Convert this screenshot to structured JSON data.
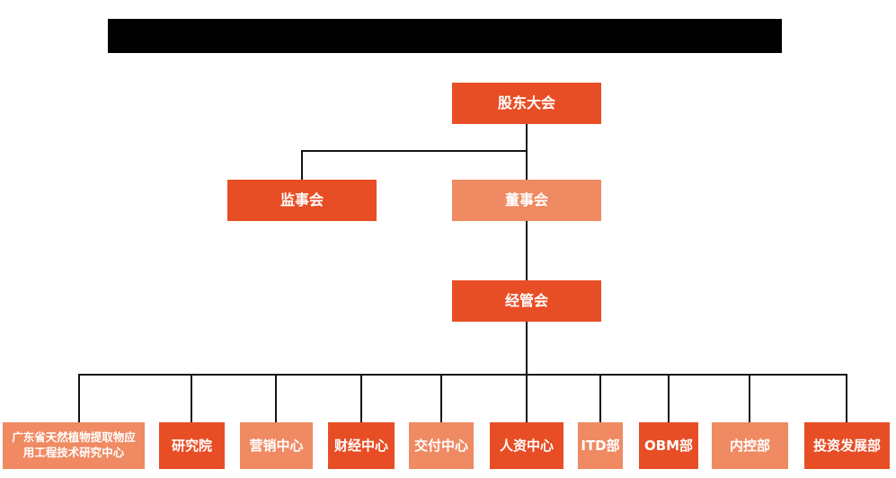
{
  "page": {
    "background": "#ffffff",
    "text_color": "#ffffff"
  },
  "redaction": {
    "color": "#000000"
  },
  "connector": {
    "color": "#141414"
  },
  "colors": {
    "dark_orange": "#E84E25",
    "light_orange": "#EF8A63"
  },
  "org_chart": {
    "shareholders": {
      "label": "股东大会",
      "color": "#E84E25"
    },
    "supervisory": {
      "label": "监事会",
      "color": "#E84E25"
    },
    "board": {
      "label": "董事会",
      "color": "#EF8A63"
    },
    "management": {
      "label": "经管会",
      "color": "#E84E25"
    },
    "departments": [
      {
        "label": "广东省天然植物提取物应用工程技术研究中心",
        "color": "#EF8A63"
      },
      {
        "label": "研究院",
        "color": "#E84E25"
      },
      {
        "label": "营销中心",
        "color": "#EF8A63"
      },
      {
        "label": "财经中心",
        "color": "#E84E25"
      },
      {
        "label": "交付中心",
        "color": "#EF8A63"
      },
      {
        "label": "人资中心",
        "color": "#E84E25"
      },
      {
        "label": "ITD部",
        "color": "#EF8A63"
      },
      {
        "label": "OBM部",
        "color": "#E84E25"
      },
      {
        "label": "内控部",
        "color": "#EF8A63"
      },
      {
        "label": "投资发展部",
        "color": "#E84E25"
      }
    ]
  }
}
